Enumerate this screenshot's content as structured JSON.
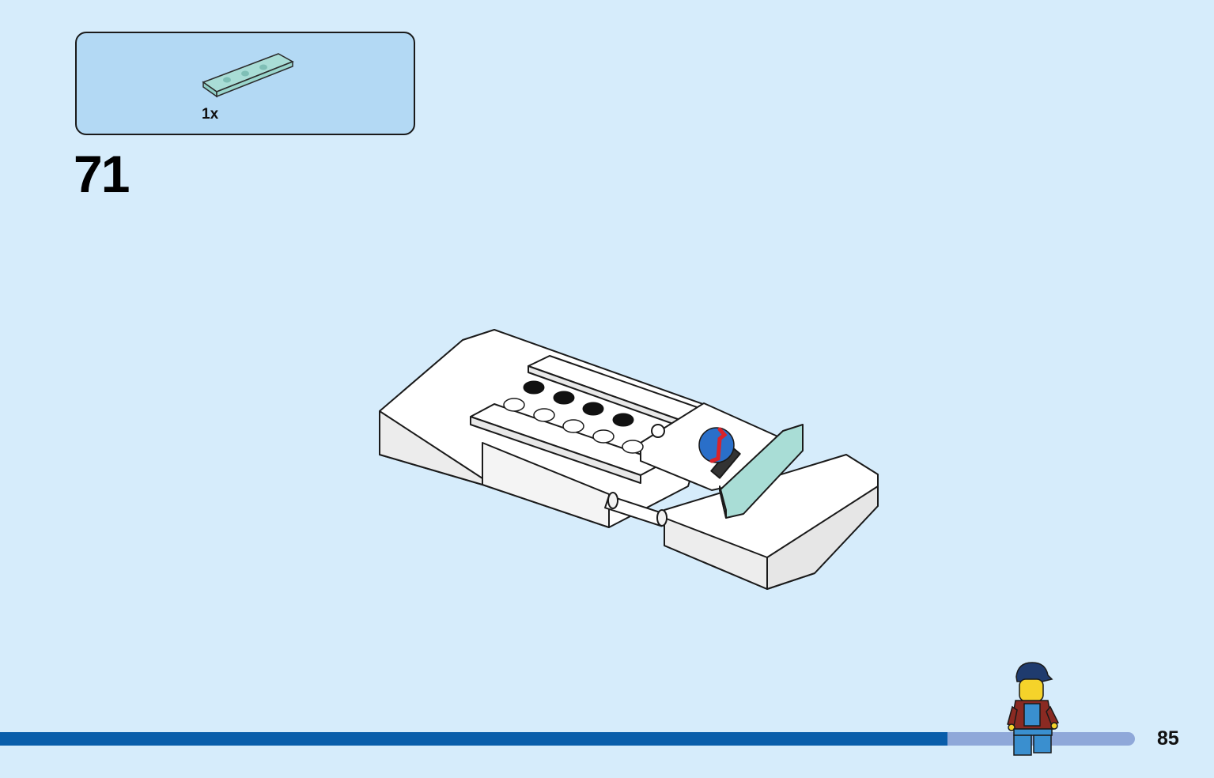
{
  "parts_callout": {
    "quantity_label": "1x",
    "part_icon": "transparent-light-blue-tile-1x4-icon",
    "part_color": "#a9ddd6"
  },
  "step": {
    "number": "71"
  },
  "model": {
    "icon": "white-vehicle-base-assembly-icon",
    "accent_colors": [
      "#ffffff",
      "#1a1a1a",
      "#2a6fc9",
      "#d8232a"
    ]
  },
  "progress": {
    "fraction": 0.835,
    "fill_color": "#0a5eaa",
    "track_color": "#8fa8d9"
  },
  "page": {
    "number": "85",
    "background": "#d6ecfb"
  },
  "minifigure": {
    "icon": "worker-minifigure-icon"
  }
}
